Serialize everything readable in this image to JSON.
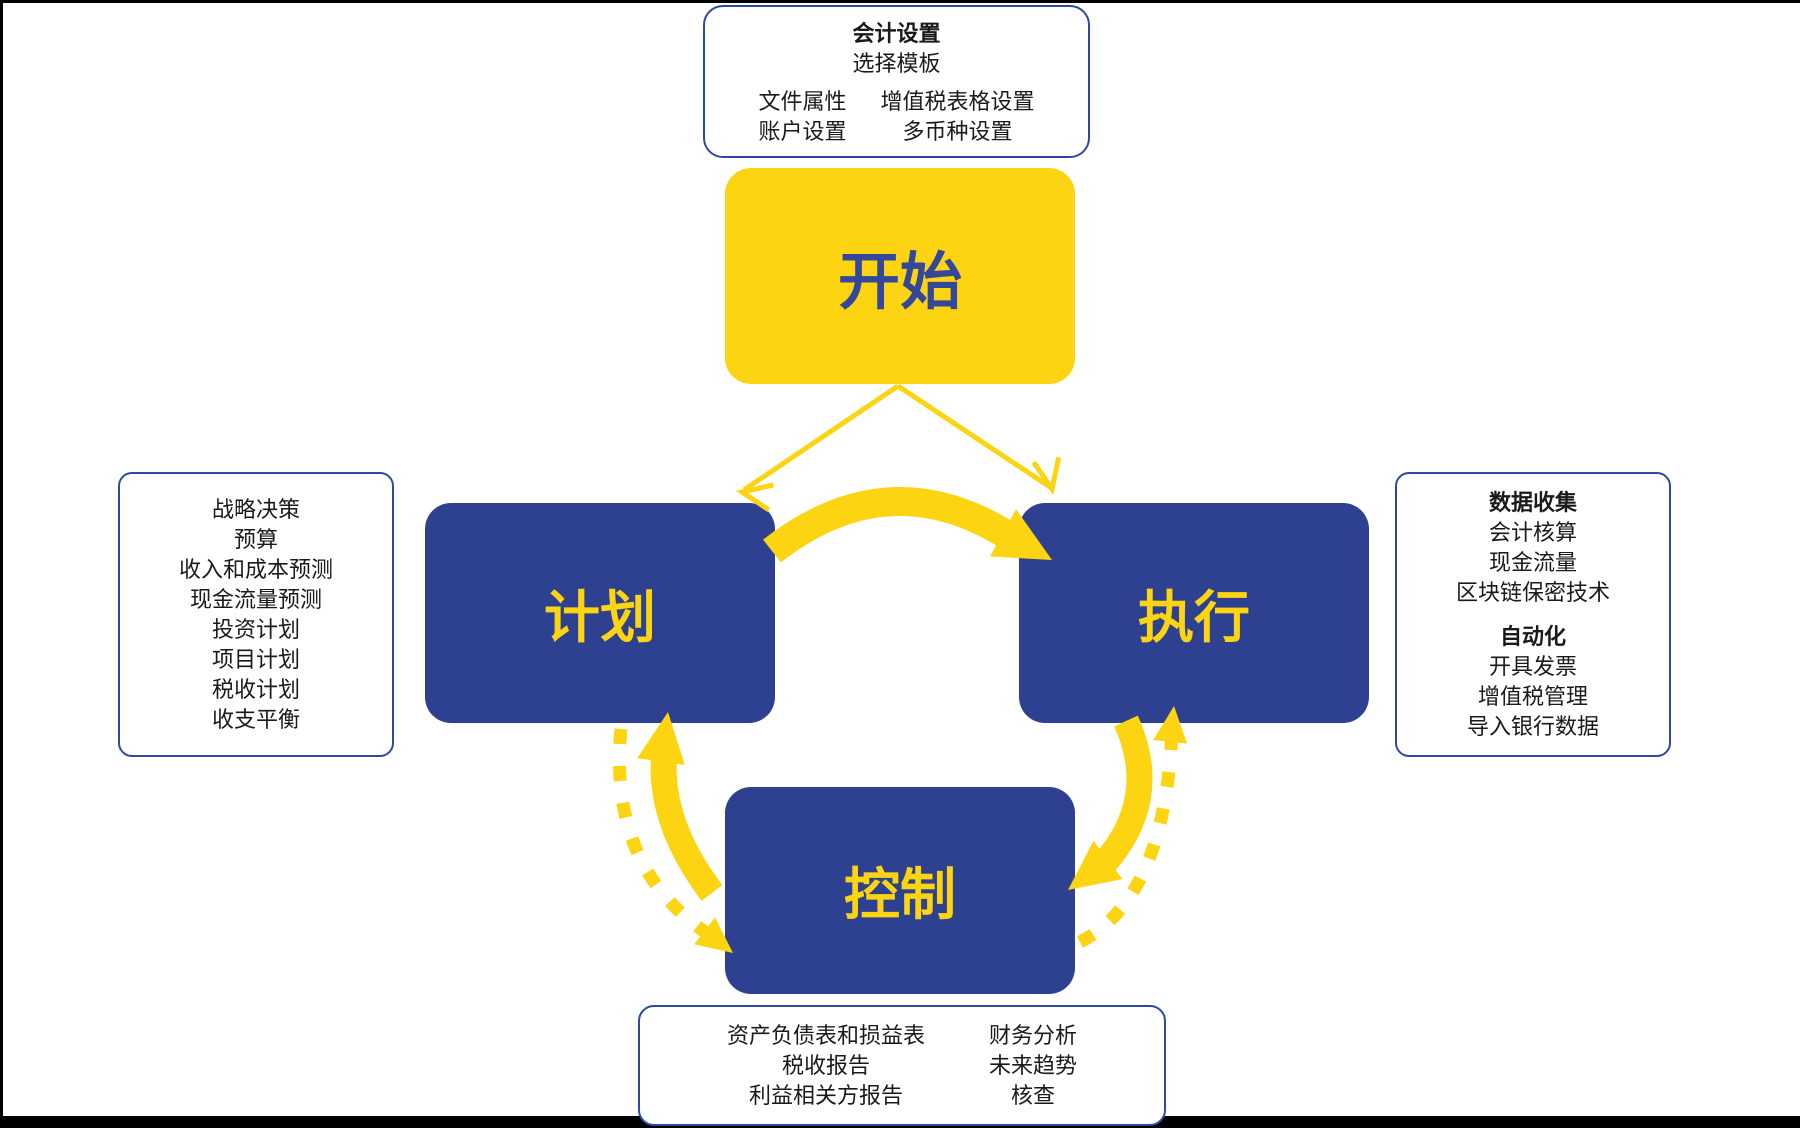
{
  "colors": {
    "yellow": "#FCD411",
    "node_blue": "#2E4191",
    "callout_border_blue": "#2D4B9E",
    "start_text_blue": "#33479B",
    "text_dark": "#1a1a1a",
    "frame_black": "#000000"
  },
  "nodes": {
    "start": {
      "label": "开始"
    },
    "plan": {
      "label": "计划"
    },
    "execute": {
      "label": "执行"
    },
    "control": {
      "label": "控制"
    }
  },
  "callouts": {
    "accounting": {
      "title": "会计设置",
      "subtitle": "选择模板",
      "col1": [
        "文件属性",
        "账户设置"
      ],
      "col2": [
        "增值税表格设置",
        "多币种设置"
      ]
    },
    "plan_list": {
      "items": [
        "战略决策",
        "预算",
        "收入和成本预测",
        "现金流量预测",
        "投资计划",
        "项目计划",
        "税收计划",
        "收支平衡"
      ]
    },
    "execute_list": {
      "section1": {
        "title": "数据收集",
        "items": [
          "会计核算",
          "现金流量",
          "区块链保密技术"
        ]
      },
      "section2": {
        "title": "自动化",
        "items": [
          "开具发票",
          "增值税管理",
          "导入银行数据"
        ]
      }
    },
    "control_list": {
      "col1": [
        "资产负债表和损益表",
        "税收报告",
        "利益相关方报告"
      ],
      "col2": [
        "财务分析",
        "未来趋势",
        "核查"
      ]
    }
  },
  "arrows": {
    "start_to_plan": "solid-thin",
    "start_to_execute": "solid-thin",
    "plan_to_execute": "solid-thick",
    "execute_to_control": "solid-thick",
    "control_to_plan": "solid-thick",
    "plan_to_control": "dashed",
    "control_to_execute": "dashed"
  }
}
